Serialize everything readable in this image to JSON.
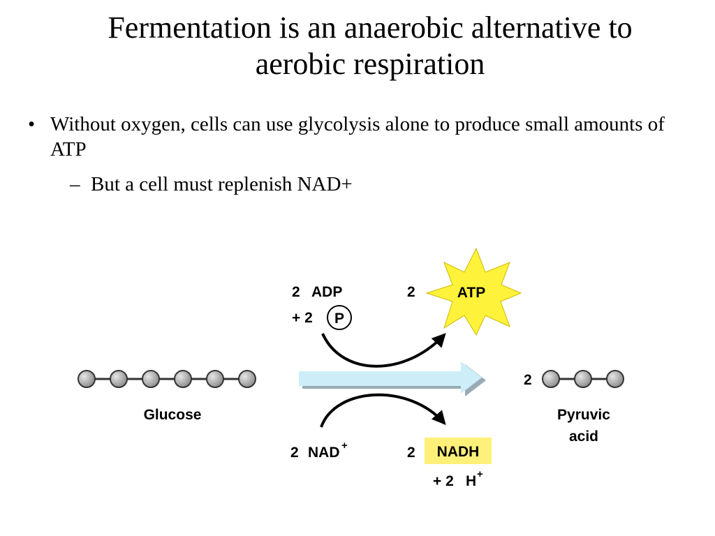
{
  "slide": {
    "title_line1": "Fermentation is an anaerobic alternative to",
    "title_line2": "aerobic respiration",
    "bullet1": "Without oxygen, cells can use glycolysis alone to produce small amounts of ATP",
    "bullet1_marker": "•",
    "bullet2": "But a cell must replenish NAD+",
    "bullet2_marker": "–"
  },
  "diagram": {
    "adp_coef": "2",
    "adp": "ADP",
    "pi_coef": "+ 2",
    "pi": "P",
    "atp_coef": "2",
    "atp": "ATP",
    "glucose": "Glucose",
    "pyruvic_coef": "2",
    "pyruvic_line1": "Pyruvic",
    "pyruvic_line2": "acid",
    "nad_coef": "2",
    "nad": "NAD",
    "nad_sup": "+",
    "nadh_coef": "2",
    "nadh": "NADH",
    "h_coef": "+ 2",
    "h": "H",
    "h_sup": "+",
    "colors": {
      "atp_star": "#fff23a",
      "nadh_box": "#fff07a",
      "arrow_light": "#cdeef9",
      "arrow_dark": "#98abb4",
      "bead_fill": "#a8a8a8",
      "bead_stroke": "#333333"
    }
  }
}
